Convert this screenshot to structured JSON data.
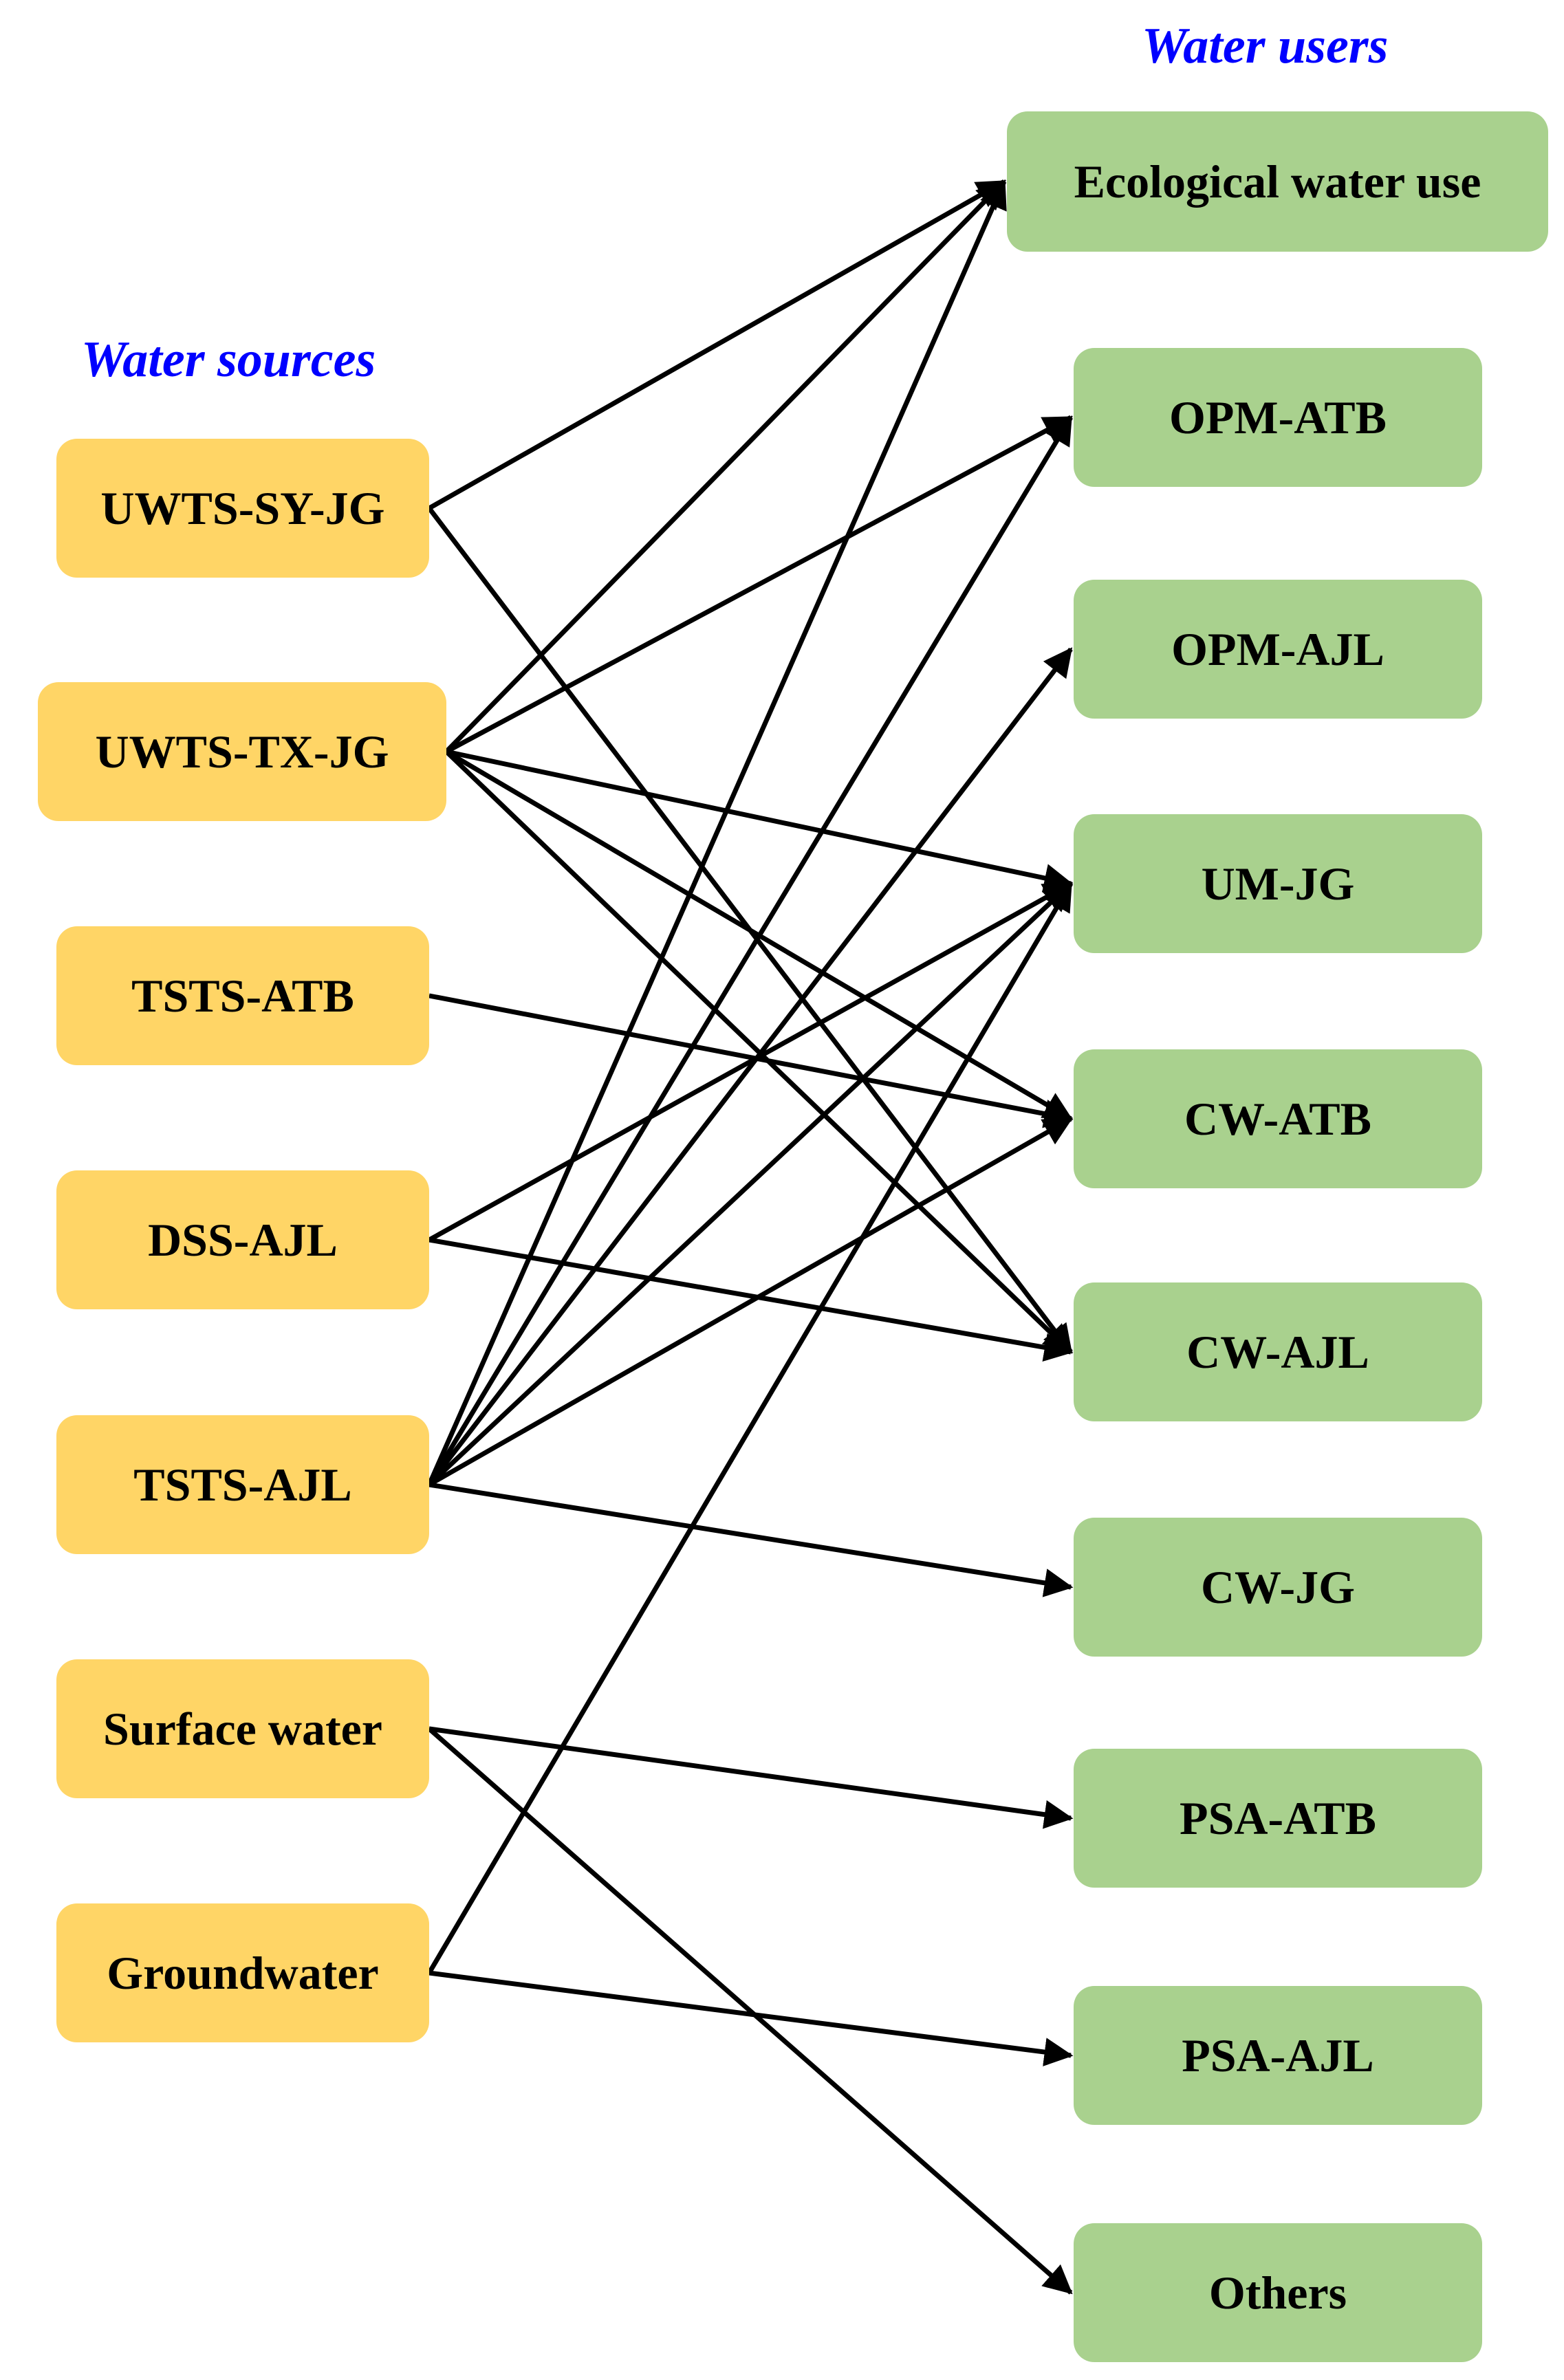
{
  "headings": {
    "sources": "Water sources",
    "users": "Water users"
  },
  "sources": [
    {
      "id": "uwts_sy_jg",
      "label": "UWTS-SY-JG"
    },
    {
      "id": "uwts_tx_jg",
      "label": "UWTS-TX-JG"
    },
    {
      "id": "tsts_atb",
      "label": "TSTS-ATB"
    },
    {
      "id": "dss_ajl",
      "label": "DSS-AJL"
    },
    {
      "id": "tsts_ajl",
      "label": "TSTS-AJL"
    },
    {
      "id": "surface_water",
      "label": "Surface water"
    },
    {
      "id": "groundwater",
      "label": "Groundwater"
    }
  ],
  "users": [
    {
      "id": "ecological",
      "label": "Ecological water use"
    },
    {
      "id": "opm_atb",
      "label": "OPM-ATB"
    },
    {
      "id": "opm_ajl",
      "label": "OPM-AJL"
    },
    {
      "id": "um_jg",
      "label": "UM-JG"
    },
    {
      "id": "cw_atb",
      "label": "CW-ATB"
    },
    {
      "id": "cw_ajl",
      "label": "CW-AJL"
    },
    {
      "id": "cw_jg",
      "label": "CW-JG"
    },
    {
      "id": "psa_atb",
      "label": "PSA-ATB"
    },
    {
      "id": "psa_ajl",
      "label": "PSA-AJL"
    },
    {
      "id": "others",
      "label": "Others"
    }
  ],
  "edges": [
    {
      "from": "uwts_sy_jg",
      "to": "ecological"
    },
    {
      "from": "uwts_sy_jg",
      "to": "cw_ajl"
    },
    {
      "from": "uwts_tx_jg",
      "to": "ecological"
    },
    {
      "from": "uwts_tx_jg",
      "to": "opm_atb"
    },
    {
      "from": "uwts_tx_jg",
      "to": "um_jg"
    },
    {
      "from": "uwts_tx_jg",
      "to": "cw_atb"
    },
    {
      "from": "uwts_tx_jg",
      "to": "cw_ajl"
    },
    {
      "from": "tsts_atb",
      "to": "cw_atb"
    },
    {
      "from": "dss_ajl",
      "to": "um_jg"
    },
    {
      "from": "dss_ajl",
      "to": "cw_ajl"
    },
    {
      "from": "tsts_ajl",
      "to": "ecological"
    },
    {
      "from": "tsts_ajl",
      "to": "opm_atb"
    },
    {
      "from": "tsts_ajl",
      "to": "opm_ajl"
    },
    {
      "from": "tsts_ajl",
      "to": "um_jg"
    },
    {
      "from": "tsts_ajl",
      "to": "cw_atb"
    },
    {
      "from": "tsts_ajl",
      "to": "cw_jg"
    },
    {
      "from": "surface_water",
      "to": "psa_atb"
    },
    {
      "from": "surface_water",
      "to": "others"
    },
    {
      "from": "groundwater",
      "to": "um_jg"
    },
    {
      "from": "groundwater",
      "to": "psa_ajl"
    }
  ],
  "colors": {
    "source_fill": "#ffd566",
    "user_fill": "#a9d18e",
    "heading": "#0000ff",
    "edge": "#000000"
  }
}
